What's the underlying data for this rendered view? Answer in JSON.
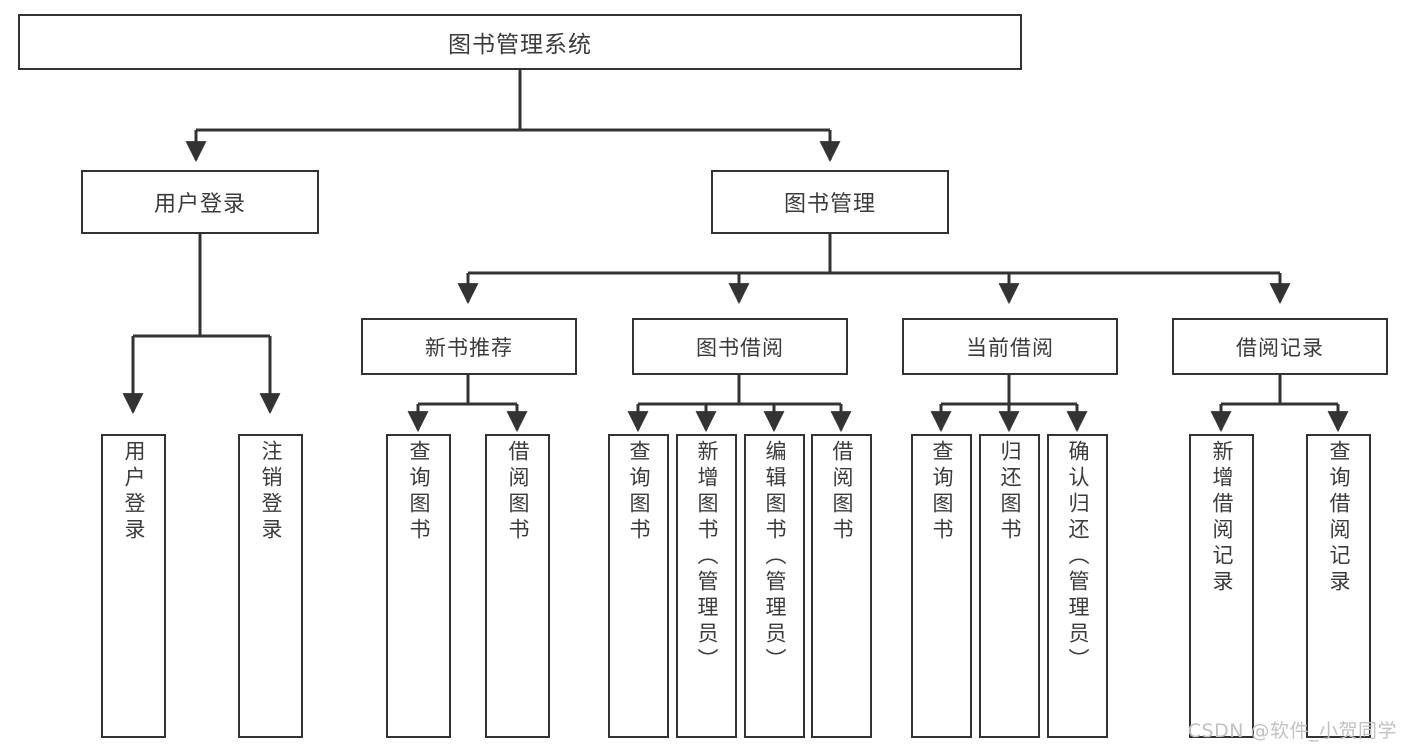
{
  "diagram": {
    "title": "图书管理系统",
    "type": "tree-hierarchy",
    "orientation": "top-down",
    "colors": {
      "box_border": "#333333",
      "box_fill": "#ffffff",
      "text": "#3b3b3b",
      "edge": "#333333",
      "watermark": "#c2c2c2",
      "background": "#ffffff"
    },
    "root": {
      "label": "图书管理系统"
    },
    "level1": [
      {
        "label": "用户登录"
      },
      {
        "label": "图书管理"
      }
    ],
    "level2": [
      {
        "label": "新书推荐"
      },
      {
        "label": "图书借阅"
      },
      {
        "label": "当前借阅"
      },
      {
        "label": "借阅记录"
      }
    ],
    "leaves": {
      "user_login": [
        {
          "label": "用户登录"
        },
        {
          "label": "注销登录"
        }
      ],
      "new_book_recommend": [
        {
          "label": "查询图书"
        },
        {
          "label": "借阅图书"
        }
      ],
      "book_borrow": [
        {
          "label": "查询图书"
        },
        {
          "label": "新增图书（管理员）"
        },
        {
          "label": "编辑图书（管理员）"
        },
        {
          "label": "借阅图书"
        }
      ],
      "current_borrow": [
        {
          "label": "查询图书"
        },
        {
          "label": "归还图书"
        },
        {
          "label": "确认归还（管理员）"
        }
      ],
      "borrow_record": [
        {
          "label": "新增借阅记录"
        },
        {
          "label": "查询借阅记录"
        }
      ]
    }
  },
  "watermark": {
    "text": "CSDN @软件_小贺同学"
  }
}
